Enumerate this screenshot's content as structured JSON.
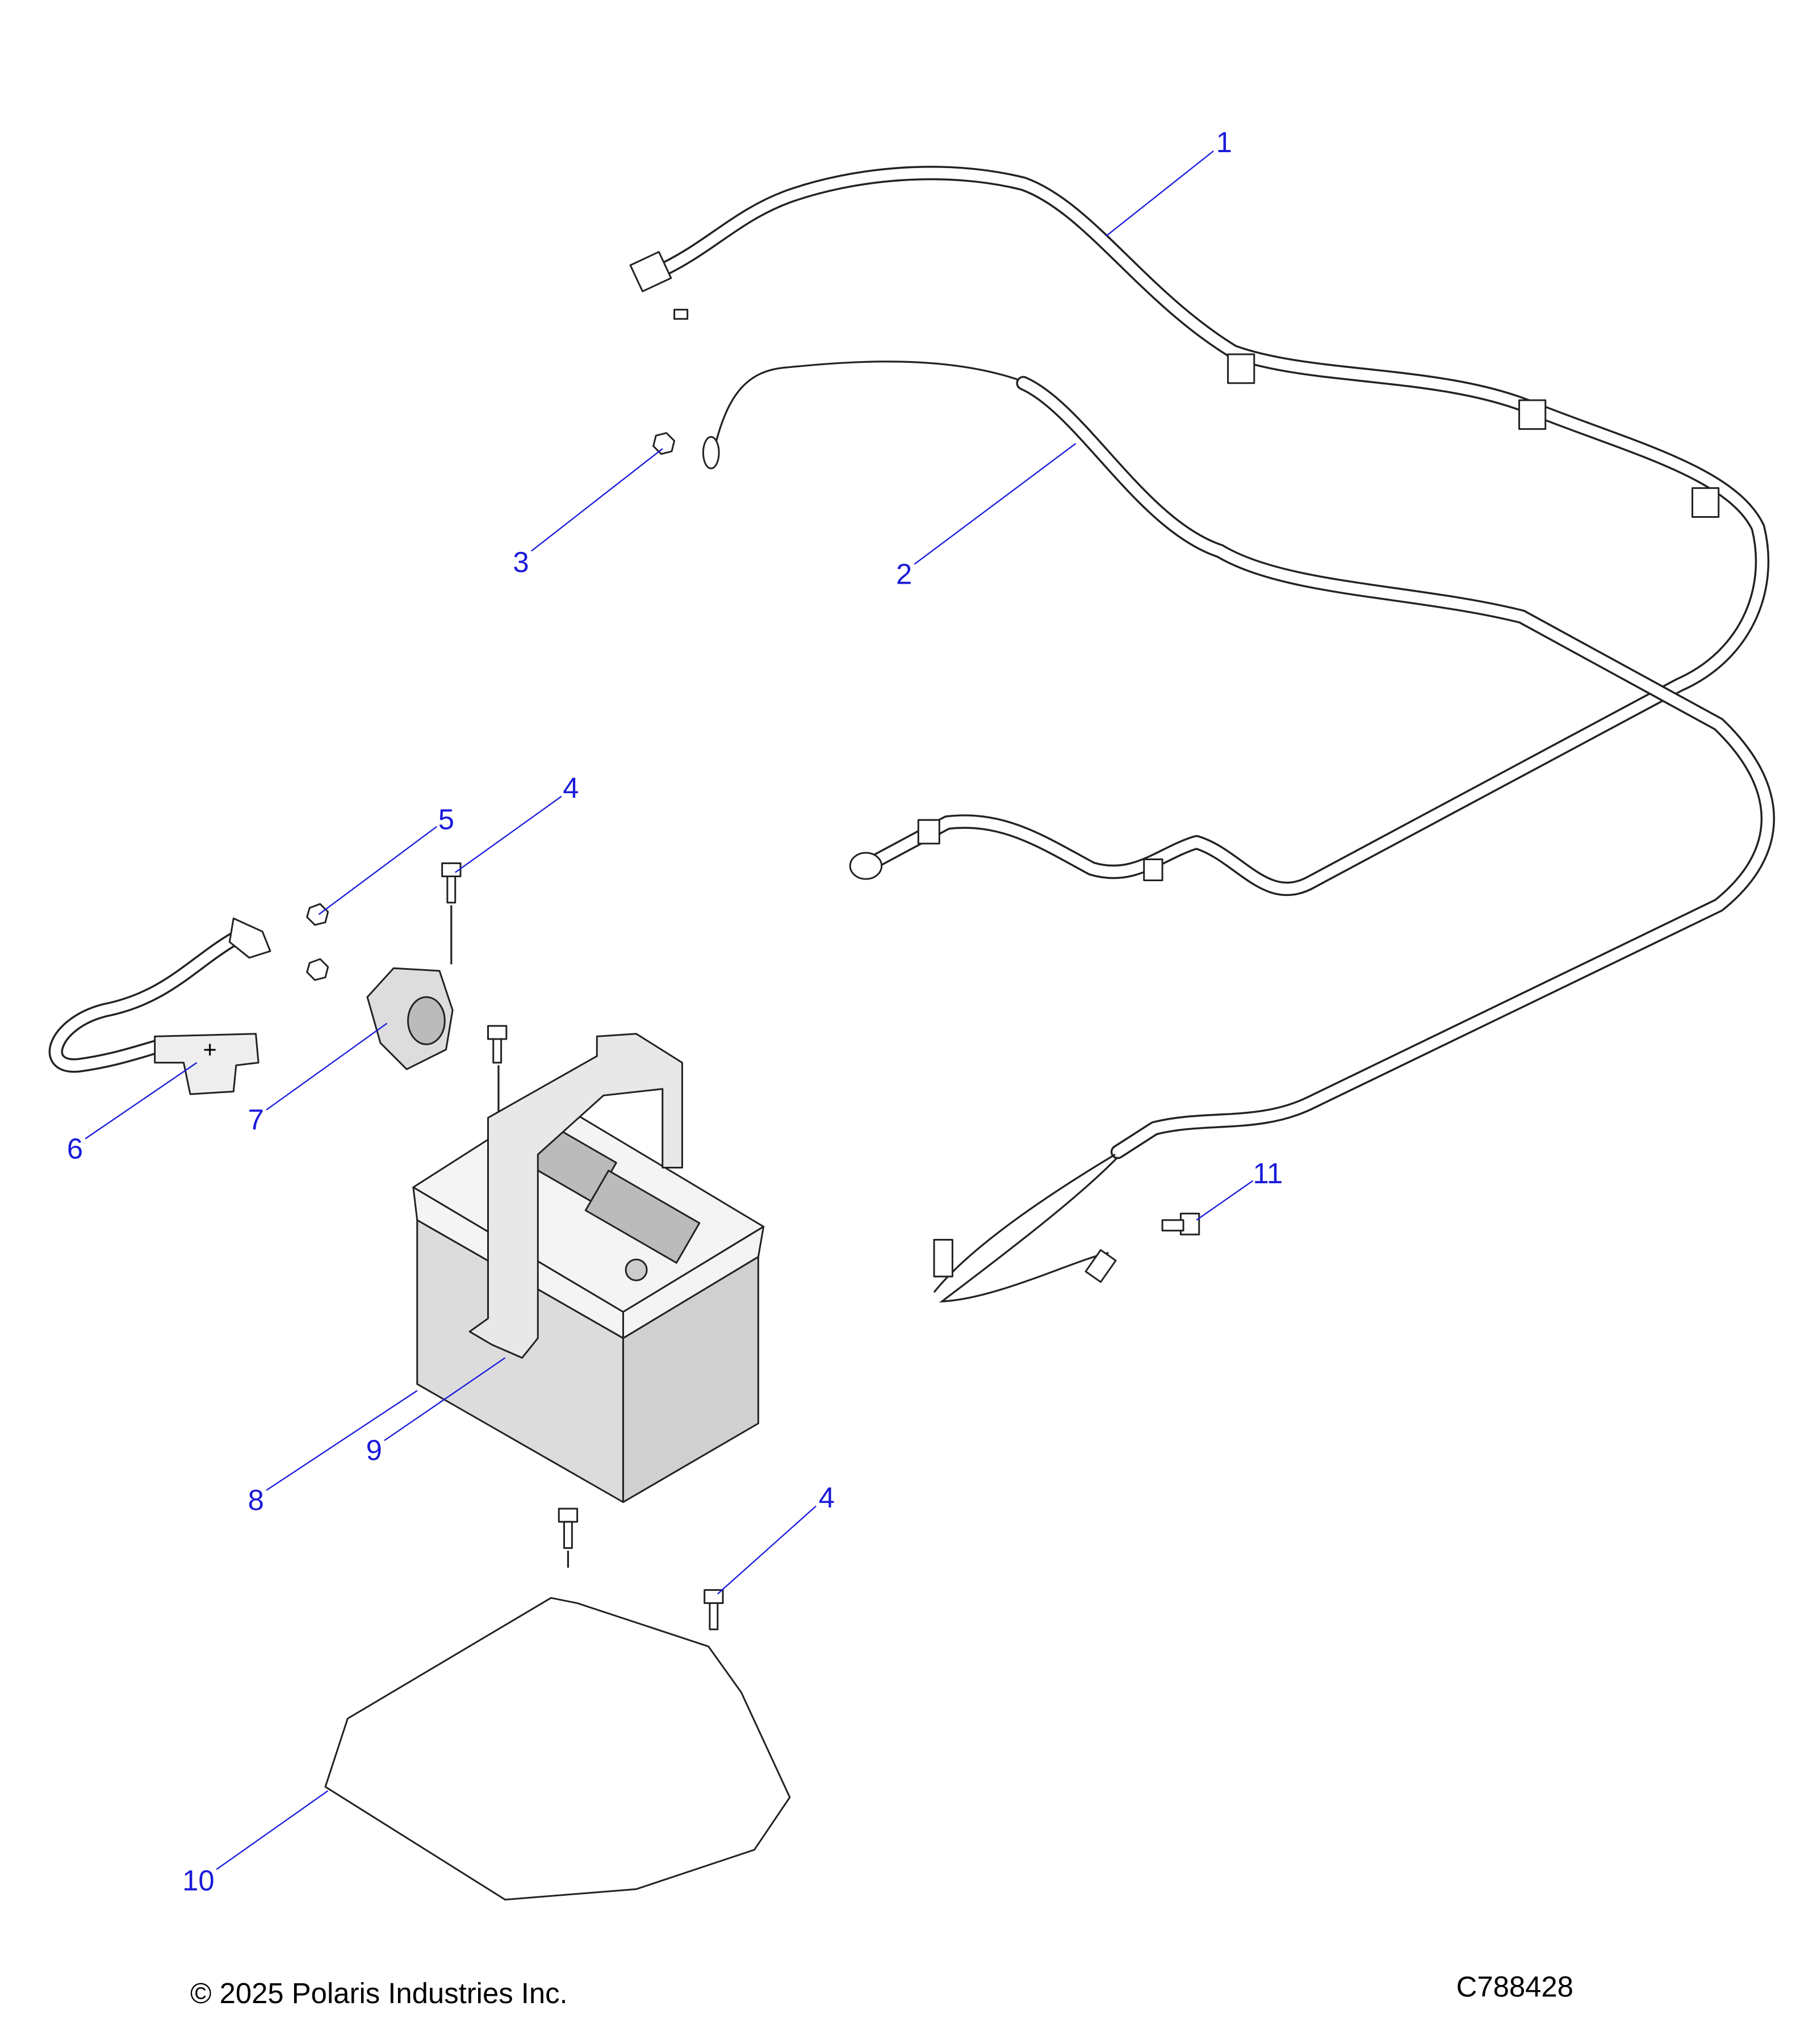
{
  "diagram": {
    "callouts": [
      "1",
      "2",
      "3",
      "4",
      "5",
      "6",
      "7",
      "8",
      "9",
      "10",
      "11",
      "4"
    ],
    "battery_plus_symbol": "+"
  },
  "footer": {
    "copyright": "© 2025 Polaris Industries Inc.",
    "diagram_id": "C788428"
  },
  "colors": {
    "callout": "#1a1adb",
    "line_art": "#222222"
  }
}
